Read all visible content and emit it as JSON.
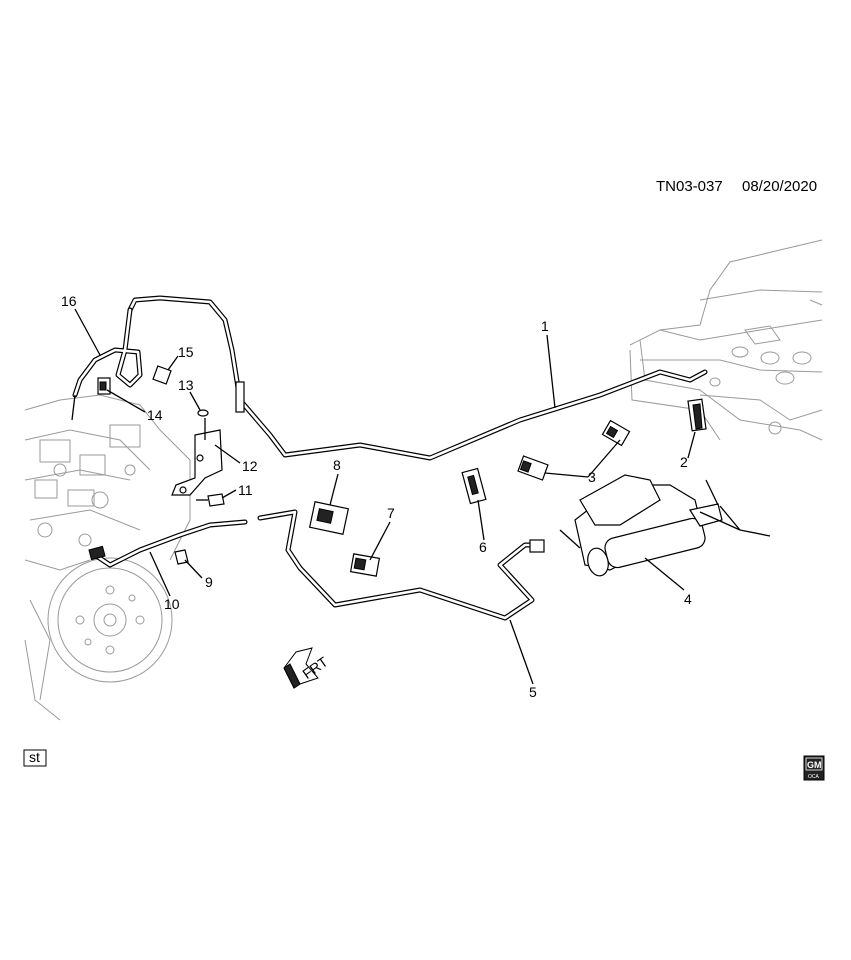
{
  "header": {
    "illustration_id": "TN03-037",
    "date": "08/20/2020"
  },
  "callouts": [
    {
      "number": "1"
    },
    {
      "number": "2"
    },
    {
      "number": "3"
    },
    {
      "number": "4"
    },
    {
      "number": "5"
    },
    {
      "number": "6"
    },
    {
      "number": "7"
    },
    {
      "number": "8"
    },
    {
      "number": "9"
    },
    {
      "number": "10"
    },
    {
      "number": "11"
    },
    {
      "number": "12"
    },
    {
      "number": "13"
    },
    {
      "number": "14"
    },
    {
      "number": "15"
    },
    {
      "number": "16"
    }
  ],
  "direction_arrow": {
    "label": "FRT"
  },
  "footer": {
    "badge": "st",
    "logo_text": "GM",
    "logo_subtext": "OCA"
  }
}
